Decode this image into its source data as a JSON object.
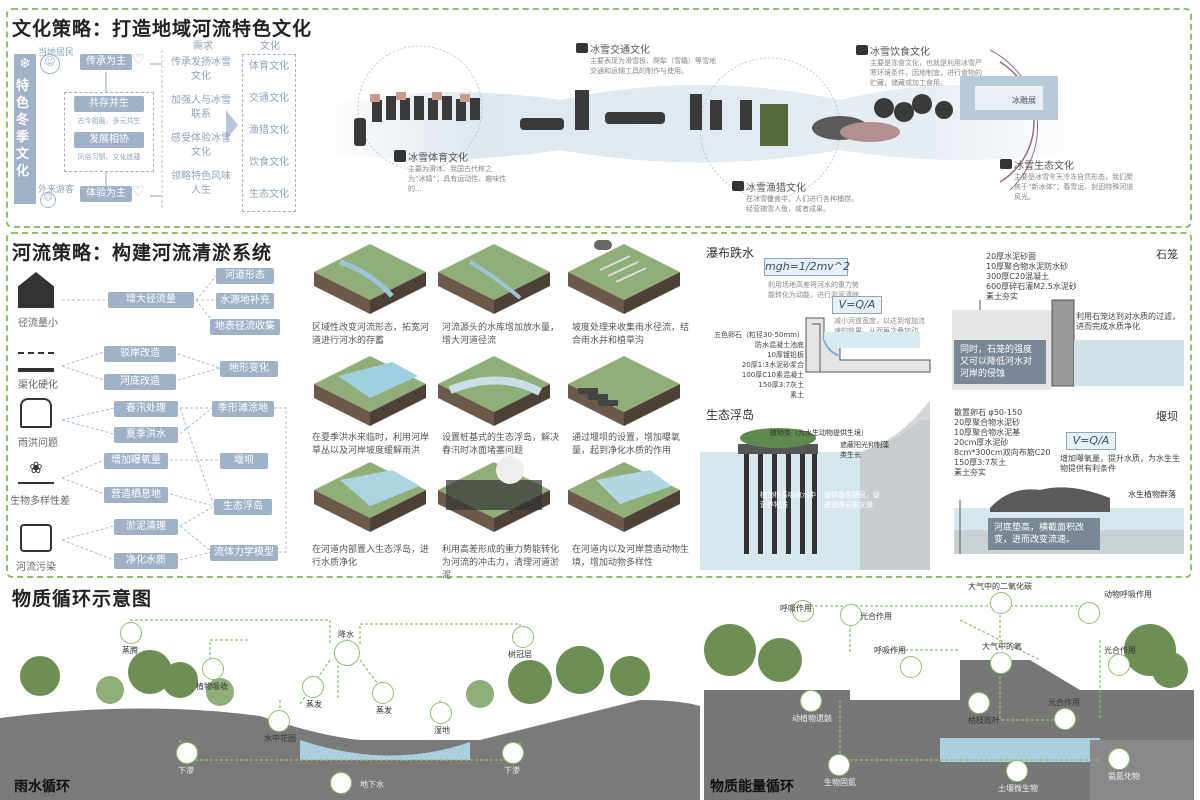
{
  "culture": {
    "title": "文化策略：打造地域河流特色文化",
    "side_label": "特色冬季文化",
    "local_label": "当地居民",
    "outsider_label": "外来游客",
    "inherit_btn": "传承为主",
    "experience_btn": "体验为主",
    "coexist_title": "共存并生",
    "coexist_sub": "古今相融、多元共生",
    "develop_title": "发展相协",
    "develop_sub": "风俗习惯、文化底蕴",
    "needs_header": "需求",
    "culture_header": "文化",
    "needs": [
      "传承发扬冰雪文化",
      "加强人与冰雪联系",
      "感受体验冰雪文化",
      "领略特色风味人生"
    ],
    "cultures": [
      "体育文化",
      "交通文化",
      "渔猎文化",
      "饮食文化",
      "生态文化"
    ],
    "photos": [
      {
        "title": "冰雪体育文化",
        "desc": "主要为滑冰、我国古代称之为“冰嬉”；具有运动性、趣味性的..."
      },
      {
        "title": "冰雪交通文化",
        "desc": "主要表现为滑雪板、爬犁（雪橇）等雪地交通和运输工具的制作与使用。"
      },
      {
        "title": "冰雪渔猎文化",
        "desc": "在冰雪覆盖中，人们进行各种捕捞。经营捕雪人鱼，或者成果。"
      },
      {
        "title": "冰雪饮食文化",
        "desc": "主要是冻食文化，也就是利用冰雪严寒环境条件，因地制宜，进行食物的贮藏，储藏或加工食用。"
      },
      {
        "title": "冰雪生态文化",
        "desc": "主要是冰雪冬天冷冻自然形态，我们聚焦于“新冰体”；春雪运、封固特殊河道风光。"
      }
    ],
    "ice_sign": "冰雕展"
  },
  "river": {
    "title": "河流策略：构建河流清淤系统",
    "problems": [
      "径流量小",
      "渠化硬化",
      "雨洪问题",
      "生物多样性差",
      "河流污染"
    ],
    "strategies": [
      "增大径流量",
      "驳岸改造",
      "河底改造",
      "春汛处理",
      "夏季洪水",
      "增加曝氧量",
      "营造栖息地",
      "淤泥清理",
      "净化水质"
    ],
    "measures_top": [
      "河道形态",
      "水源地补充",
      "地表径流收集"
    ],
    "measures_bottom": [
      "地形变化",
      "季形滩涂地",
      "堰坝",
      "生态浮岛",
      "流体力学模型"
    ],
    "iso_captions": [
      "区域性改变河流形态，拓宽河道进行河水的存蓄",
      "河流源头的水库增加放水量，增大河道径流",
      "坡度处理来收集雨水径流，结合雨水井和植草沟",
      "在夏季洪水来临时，利用河岸草丛以及河岸坡度缓解雨洪",
      "设置桩基式的生态浮岛，解决春汛时冰面堵塞问题",
      "通过堰坝的设置，增加曝氧量，起到净化水质的作用",
      "在河道内部置入生态浮岛，进行水质净化",
      "利用高差形成的重力势能转化为河流的冲击力，清理河道淤泥",
      "在河道内以及河岸营造动物生境，增加动物多样性"
    ],
    "waterfall": {
      "title": "瀑布跌水",
      "formula1": "mgh=1/2mv^2",
      "desc1": "利用场地高差将河水的重力势能转化为动能，进行淤泥清除",
      "formula2": "V=Q/A",
      "desc2": "减小河道宽度，以达到增加流速的效果，从而再次叠加动能。",
      "layers": [
        "五色卵石（粒径30-50mm）",
        "防水混凝土池底",
        "10厚镀铅板",
        "20厚1:3水泥砂浆合",
        "100厚C10素混凝土",
        "150厚3:7灰土",
        "素土"
      ]
    },
    "gabion": {
      "title": "石笼",
      "layers": [
        "20厚水泥砂面",
        "10厚聚合物水泥防水砂",
        "300厚C20混凝土",
        "600厚碎石灌M2.5水泥砂",
        "素土夯实"
      ],
      "desc": "利用石笼达到对水质的过滤，进而完成水质净化",
      "box": "同时，石笼的强度又可以降低河水对河岸的侵蚀"
    },
    "floating": {
      "title": "生态浮岛",
      "plant": "植物类（为水生动物提供生境）",
      "shade": "遮蔽阳光抑制藻类生长",
      "roots": "植物根系吸收水中营养物质",
      "fish": "提供鱼类栖息，促进营养元素交换"
    },
    "weir": {
      "title": "堰坝",
      "layers": [
        "散置卵石 φ50-150",
        "20厚聚合物水泥砂",
        "10厚聚合物水泥基",
        "20cm厚水泥砂",
        "8cm*300cm双向布筋C20",
        "150厚3:7灰土",
        "素土夯实"
      ],
      "formula": "V=Q/A",
      "desc": "增加曝氧量，提升水质，为水生生物提供有利条件",
      "plant": "水生植物群落",
      "box": "河底垫高，横截面积改变，进而改变流速。"
    }
  },
  "cycle": {
    "title": "物质循环示意图",
    "rain_label": "雨水循环",
    "rain_nodes": [
      "降水",
      "蒸腾",
      "植物吸收",
      "蒸发",
      "蒸发",
      "水中花园",
      "湿地",
      "树冠层",
      "下渗",
      "下渗",
      "地下水"
    ],
    "energy_label": "物质能量循环",
    "energy_nodes": [
      "大气中的二氧化碳",
      "呼吸作用",
      "光合作用",
      "动物呼吸作用",
      "呼吸作用",
      "大气中的氧",
      "光合作用",
      "枯枝败叶",
      "光合作用",
      "动植物遗骸",
      "生物固氮",
      "土壤微生物",
      "氨氮化物"
    ]
  }
}
